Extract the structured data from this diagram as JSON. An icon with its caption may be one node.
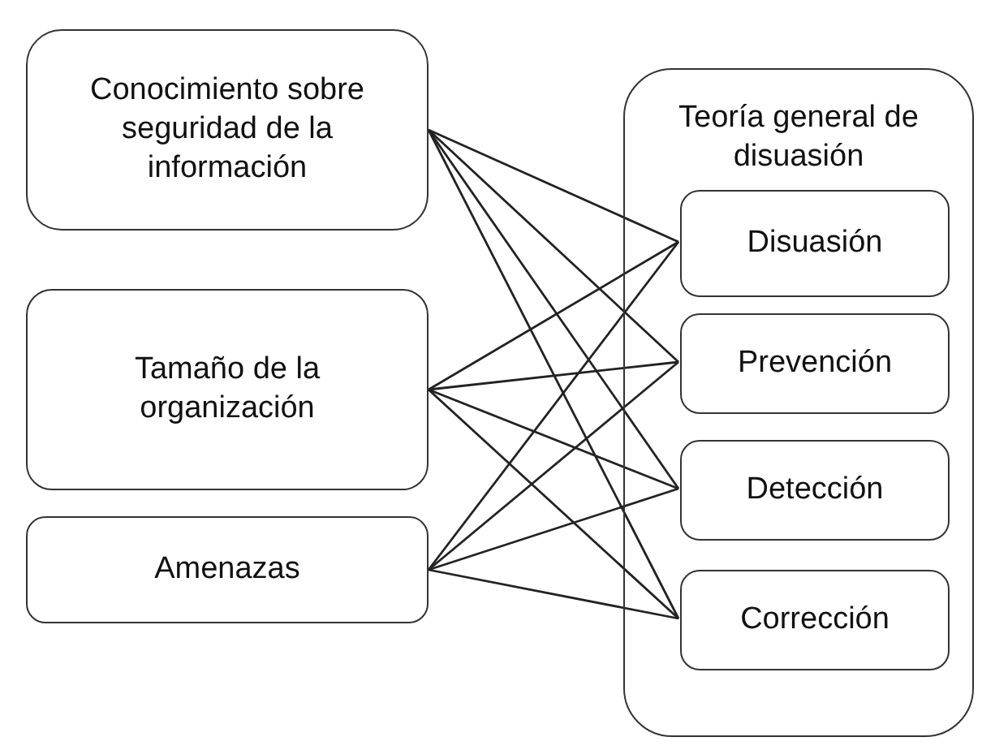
{
  "diagram": {
    "nodes": [
      {
        "text": [
          "Conocimiento sobre seguridad de la información"
        ]
      },
      {
        "text": [
          "Tamaño de la organización"
        ]
      },
      {
        "text": [
          "Amenazas"
        ]
      },
      {
        "text": [
          "Teoría general de disuasión"
        ]
      },
      {
        "text": [
          "Disuasión"
        ],
        "in": 3
      },
      {
        "text": [
          "Prevención"
        ],
        "in": 3
      },
      {
        "text": [
          "Detección"
        ],
        "in": 3
      },
      {
        "text": [
          "Corrección"
        ],
        "in": 3
      }
    ],
    "edges": [
      {
        "from": 0,
        "to": 4,
        "arrow": "none"
      },
      {
        "from": 0,
        "to": 5,
        "arrow": "none"
      },
      {
        "from": 0,
        "to": 6,
        "arrow": "none"
      },
      {
        "from": 0,
        "to": 7,
        "arrow": "none"
      },
      {
        "from": 1,
        "to": 4,
        "arrow": "none"
      },
      {
        "from": 1,
        "to": 5,
        "arrow": "none"
      },
      {
        "from": 1,
        "to": 6,
        "arrow": "none"
      },
      {
        "from": 1,
        "to": 7,
        "arrow": "none"
      },
      {
        "from": 2,
        "to": 4,
        "arrow": "none"
      },
      {
        "from": 2,
        "to": 5,
        "arrow": "none"
      },
      {
        "from": 2,
        "to": 6,
        "arrow": "none"
      },
      {
        "from": 2,
        "to": 7,
        "arrow": "none"
      }
    ]
  }
}
